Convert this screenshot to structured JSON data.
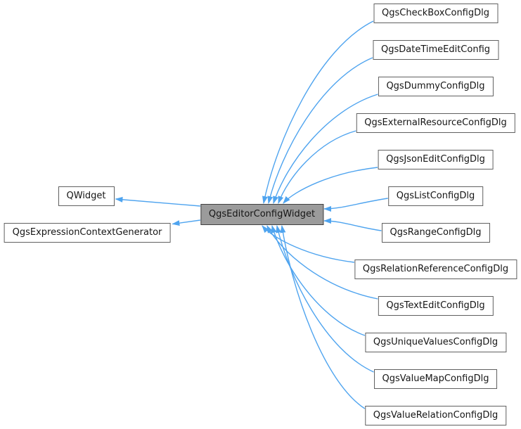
{
  "diagram": {
    "center": {
      "label": "QgsEditorConfigWidget"
    },
    "bases": [
      {
        "label": "QWidget"
      },
      {
        "label": "QgsExpressionContextGenerator"
      }
    ],
    "derived": [
      {
        "label": "QgsCheckBoxConfigDlg"
      },
      {
        "label": "QgsDateTimeEditConfig"
      },
      {
        "label": "QgsDummyConfigDlg"
      },
      {
        "label": "QgsExternalResourceConfigDlg"
      },
      {
        "label": "QgsJsonEditConfigDlg"
      },
      {
        "label": "QgsListConfigDlg"
      },
      {
        "label": "QgsRangeConfigDlg"
      },
      {
        "label": "QgsRelationReferenceConfigDlg"
      },
      {
        "label": "QgsTextEditConfigDlg"
      },
      {
        "label": "QgsUniqueValuesConfigDlg"
      },
      {
        "label": "QgsValueMapConfigDlg"
      },
      {
        "label": "QgsValueRelationConfigDlg"
      }
    ],
    "colors": {
      "edge": "#4FA4EF",
      "node_fill": "#ffffff",
      "node_border": "#606060",
      "center_fill": "#9b9b9b",
      "center_border": "#404040",
      "text": "#151515",
      "background": "#ffffff"
    }
  }
}
